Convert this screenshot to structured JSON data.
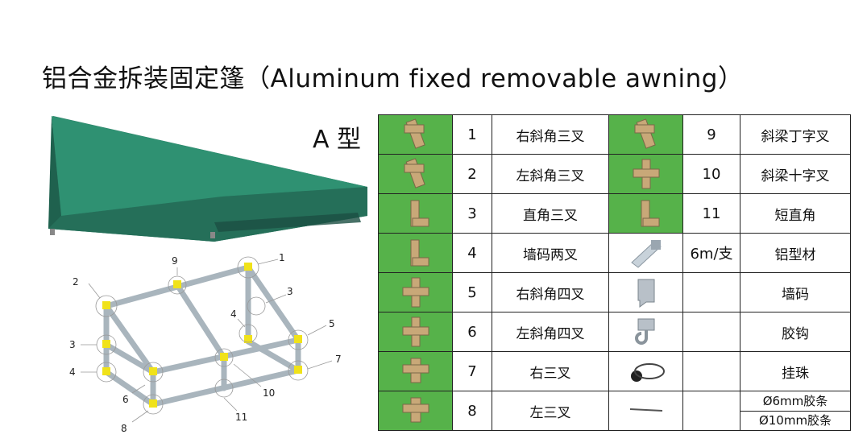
{
  "title": "铝合金拆装固定篷（Aluminum fixed removable awning）",
  "type_label": "A 型",
  "diagram_numbers": [
    "1",
    "2",
    "3",
    "3",
    "4",
    "4",
    "5",
    "6",
    "7",
    "8",
    "9",
    "10",
    "11"
  ],
  "rows": [
    {
      "left": {
        "num": "1",
        "name": "右斜角三叉",
        "icon": "right-oblique-tee-icon"
      },
      "right": {
        "num": "9",
        "name": "斜梁丁字叉",
        "icon": "oblique-beam-tee-icon"
      }
    },
    {
      "left": {
        "num": "2",
        "name": "左斜角三叉",
        "icon": "left-oblique-tee-icon"
      },
      "right": {
        "num": "10",
        "name": "斜梁十字叉",
        "icon": "oblique-beam-cross-icon"
      }
    },
    {
      "left": {
        "num": "3",
        "name": "直角三叉",
        "icon": "right-angle-tee-icon"
      },
      "right": {
        "num": "11",
        "name": "短直角",
        "icon": "short-right-angle-icon"
      }
    },
    {
      "left": {
        "num": "4",
        "name": "墙码两叉",
        "icon": "wall-bracket-two-way-icon"
      },
      "right": {
        "num": "6m/支",
        "name": "铝型材",
        "icon": "aluminum-profile-icon"
      }
    },
    {
      "left": {
        "num": "5",
        "name": "右斜角四叉",
        "icon": "right-oblique-four-way-icon"
      },
      "right": {
        "num": "",
        "name": "墙码",
        "icon": "wall-bracket-icon"
      }
    },
    {
      "left": {
        "num": "6",
        "name": "左斜角四叉",
        "icon": "left-oblique-four-way-icon"
      },
      "right": {
        "num": "",
        "name": "胶钩",
        "icon": "rubber-hook-icon"
      }
    },
    {
      "left": {
        "num": "7",
        "name": "右三叉",
        "icon": "right-tee-icon"
      },
      "right": {
        "num": "",
        "name": "挂珠",
        "icon": "bead-cord-icon"
      }
    },
    {
      "left": {
        "num": "8",
        "name": "左三叉",
        "icon": "left-tee-icon"
      },
      "right": {
        "num": "",
        "names": [
          "Ø6mm胶条",
          "Ø10mm胶条"
        ],
        "icon": "rubber-strip-icon"
      }
    }
  ],
  "colors": {
    "canvas_green": "#2e8a6e",
    "fitting_bg": "#56b24a",
    "fitting": "#c8a878",
    "frame": "#a9b5bd",
    "joint": "#f0e21a"
  }
}
